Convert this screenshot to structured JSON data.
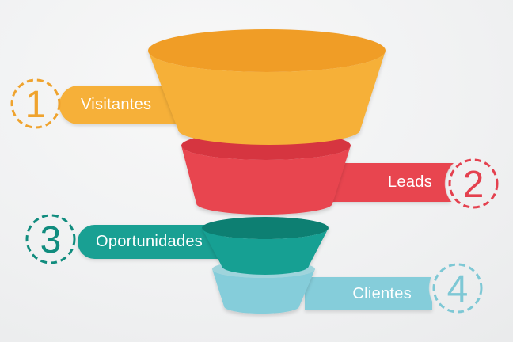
{
  "diagram": {
    "type": "funnel",
    "background": {
      "center": "#f8f8f8",
      "edge": "#e4e5e7"
    },
    "stages": [
      {
        "number": "1",
        "label": "Visitantes",
        "side": "left",
        "band_color": "#F6B039",
        "body_color": "#F6B039",
        "lip_color": "#F09D26",
        "accent": "#EFA32E"
      },
      {
        "number": "2",
        "label": "Leads",
        "side": "right",
        "band_color": "#E8454F",
        "body_color": "#E8454F",
        "lip_color": "#D6343F",
        "accent": "#E4414F"
      },
      {
        "number": "3",
        "label": "Oportunidades",
        "side": "left",
        "band_color": "#19A093",
        "body_color": "#19A093",
        "lip_color": "#077F72",
        "accent": "#108C7E"
      },
      {
        "number": "4",
        "label": "Clientes",
        "side": "right",
        "band_color": "#85CDDA",
        "body_color": "#85CDDA",
        "lip_color": "#9FD4DC",
        "accent": "#7EC8D5"
      }
    ]
  }
}
